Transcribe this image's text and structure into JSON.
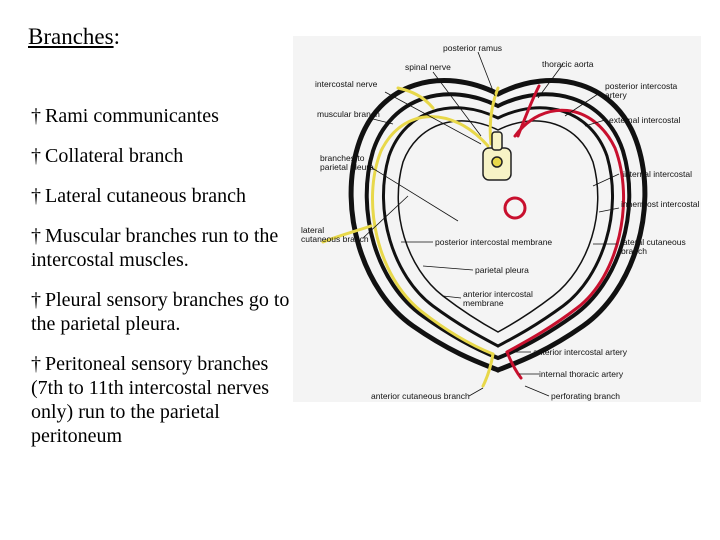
{
  "heading": {
    "text": "Branches",
    "suffix": ":"
  },
  "bullets": [
    {
      "marker": "†",
      "text": "Rami communicantes"
    },
    {
      "marker": "†",
      "text": "Collateral branch"
    },
    {
      "marker": "†",
      "text": "Lateral cutaneous branch"
    },
    {
      "marker": "†",
      "text": "Muscular branches run to the intercostal muscles."
    },
    {
      "marker": "†",
      "text": "Pleural sensory branches go to the parietal pleura."
    },
    {
      "marker": "†",
      "text": "Peritoneal sensory branches (7th to 11th intercostal nerves only) run to the parietal peritoneum"
    }
  ],
  "diagram": {
    "colors": {
      "nerve": "#e8d84a",
      "artery": "#c8102e",
      "muscle": "#111111",
      "background": "#f4f4f4"
    },
    "labels": {
      "posterior_ramus": "posterior ramus",
      "spinal_nerve": "spinal nerve",
      "thoracic_aorta": "thoracic aorta",
      "intercostal_nerve": "intercostal nerve",
      "posterior_intercostal_artery": "posterior intercosta\nartery",
      "muscular_branch": "muscular branch",
      "external_intercostal": "external intercostal",
      "branches_to_parietal_pleura": "branches to\nparietal pleura",
      "internal_intercostal": "internal intercostal",
      "innermost_intercostal": "innermost intercostal",
      "lateral_cutaneous_branch_left": "lateral\ncutaneous branch",
      "posterior_intercostal_membrane": "posterior intercostal membrane",
      "lateral_cutaneous_branch_right": "lateral cutaneous\nbranch",
      "parietal_pleura": "parietal pleura",
      "anterior_intercostal_membrane": "anterior intercostal\nmembrane",
      "anterior_intercostal_artery": "anterior intercostal artery",
      "internal_thoracic_artery": "internal thoracic artery",
      "anterior_cutaneous_branch": "anterior cutaneous branch",
      "perforating_branch": "perforating branch"
    }
  }
}
